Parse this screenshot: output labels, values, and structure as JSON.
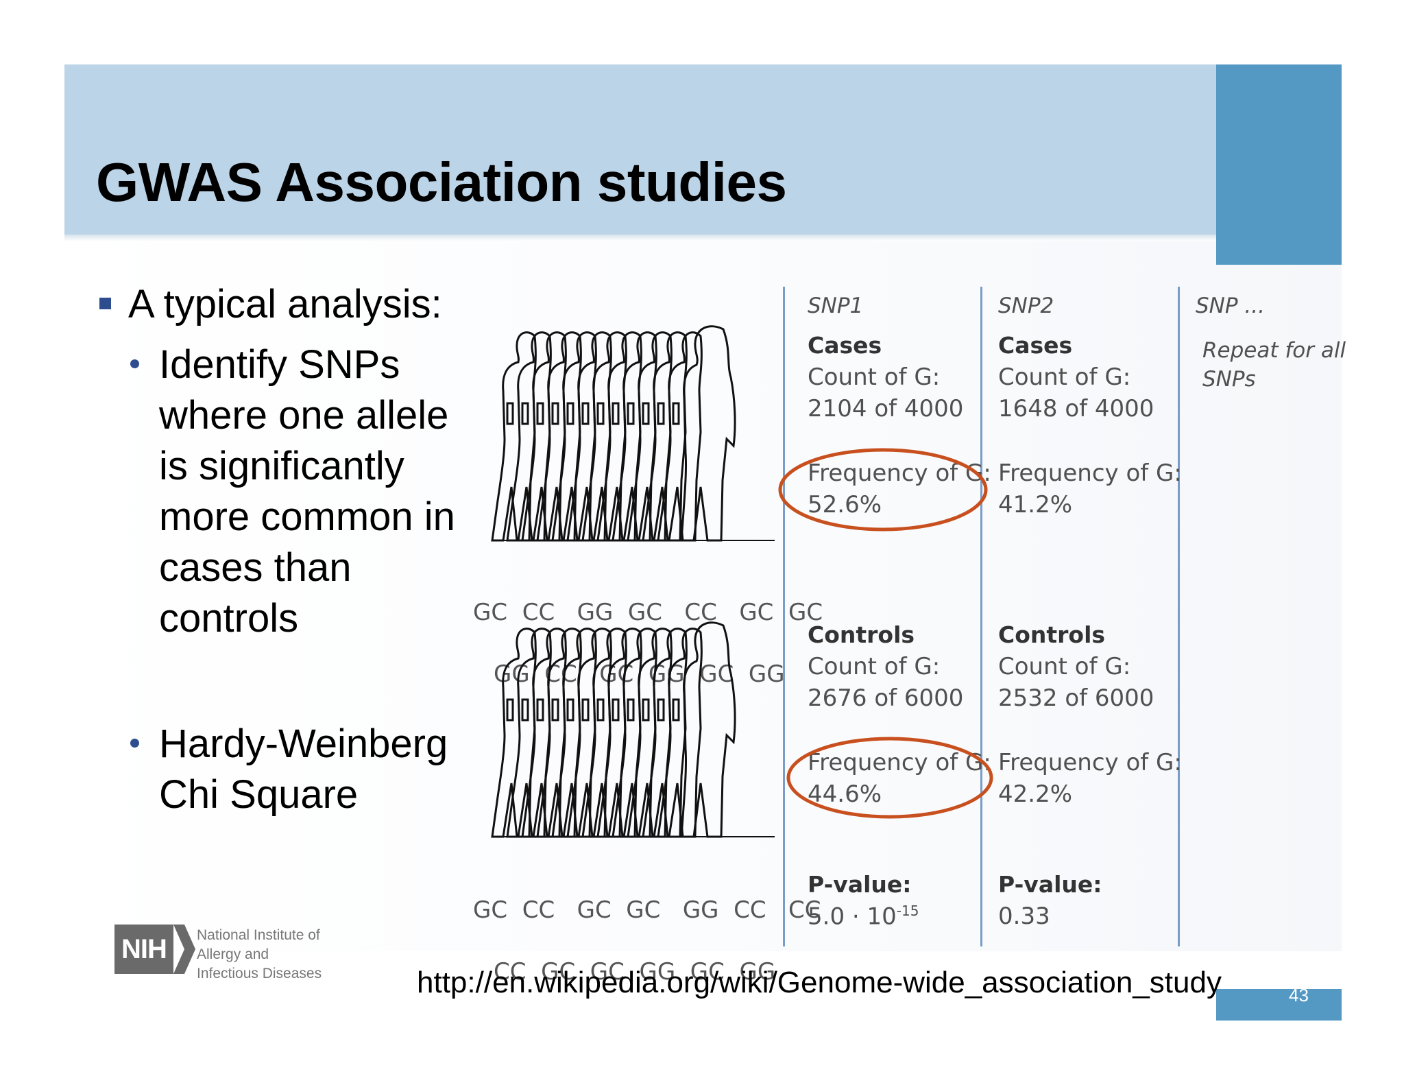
{
  "slide": {
    "title": "GWAS Association studies",
    "page_number": "43",
    "url": "http://en.wikipedia.org/wiki/Genome-wide_association_study",
    "colors": {
      "header_band": "#bcd4e7",
      "accent": "#5499c4",
      "bullet": "#2e4d8f",
      "circle": "#c8501e"
    }
  },
  "bullets": {
    "main": "A typical analysis:",
    "sub1_lines": [
      "Identify SNPs",
      "where one allele",
      "is significantly",
      "more common in",
      "cases than",
      "controls"
    ],
    "sub2_lines": [
      "Hardy-Weinberg",
      "Chi Square"
    ]
  },
  "figure": {
    "cases_genotypes_row1": "GC  CC   GG  GC   CC   GC  GC",
    "cases_genotypes_row2": "GG  CC   GC  GG  GC  GG",
    "controls_genotypes_row1": "GC  CC   GC  GC   GG  CC   CC",
    "controls_genotypes_row2": "CC  GC  GC  GG  GC  GG",
    "snps": [
      {
        "name": "SNP1",
        "cases_label": "Cases",
        "cases_count_label": "Count of G:",
        "cases_count": "2104 of 4000",
        "cases_freq_label": "Frequency of G:",
        "cases_freq": "52.6%",
        "controls_label": "Controls",
        "controls_count_label": "Count of G:",
        "controls_count": "2676 of 6000",
        "controls_freq_label": "Frequency of G:",
        "controls_freq": "44.6%",
        "pvalue_label": "P-value:",
        "pvalue_base": "5.0 · 10",
        "pvalue_exp": "-15"
      },
      {
        "name": "SNP2",
        "cases_label": "Cases",
        "cases_count_label": "Count of G:",
        "cases_count": "1648 of 4000",
        "cases_freq_label": "Frequency of G:",
        "cases_freq": "41.2%",
        "controls_label": "Controls",
        "controls_count_label": "Count of G:",
        "controls_count": "2532 of 6000",
        "controls_freq_label": "Frequency of G:",
        "controls_freq": "42.2%",
        "pvalue_label": "P-value:",
        "pvalue_value": "0.33"
      }
    ],
    "snp_more": {
      "name": "SNP ...",
      "note": "Repeat for all SNPs"
    }
  },
  "logo": {
    "acronym": "NIH",
    "org_lines": [
      "National Institute of",
      "Allergy and",
      "Infectious Diseases"
    ]
  }
}
